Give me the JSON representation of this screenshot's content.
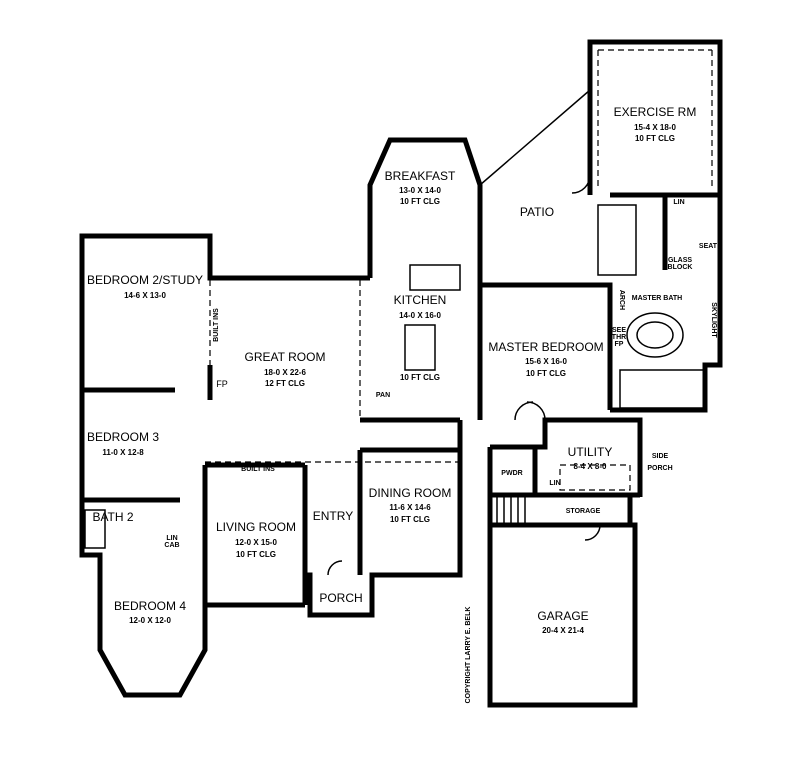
{
  "rooms": {
    "exercise": {
      "name": "EXERCISE RM",
      "size": "15-4 X 18-0",
      "ceiling": "10 FT CLG"
    },
    "breakfast": {
      "name": "BREAKFAST",
      "size": "13-0 X 14-0",
      "ceiling": "10 FT CLG"
    },
    "patio": {
      "name": "PATIO"
    },
    "bedroom2": {
      "name": "BEDROOM 2/STUDY",
      "size": "14-6 X 13-0"
    },
    "kitchen": {
      "name": "KITCHEN",
      "size": "14-0 X 16-0",
      "ceiling": "10 FT CLG"
    },
    "great": {
      "name": "GREAT ROOM",
      "size": "18-0 X 22-6",
      "ceiling": "12 FT CLG"
    },
    "master_bedroom": {
      "name": "MASTER BEDROOM",
      "size": "15-6 X 16-0",
      "ceiling": "10 FT CLG"
    },
    "master_bath": {
      "name": "MASTER BATH"
    },
    "bedroom3": {
      "name": "BEDROOM 3",
      "size": "11-0 X 12-8"
    },
    "utility": {
      "name": "UTILITY",
      "size": "8-4 X 8-0"
    },
    "side_porch": {
      "name": "SIDE",
      "name2": "PORCH"
    },
    "dining": {
      "name": "DINING ROOM",
      "size": "11-6 X 14-6",
      "ceiling": "10 FT CLG"
    },
    "bath2": {
      "name": "BATH 2"
    },
    "living": {
      "name": "LIVING ROOM",
      "size": "12-0 X 15-0",
      "ceiling": "10 FT CLG"
    },
    "entry": {
      "name": "ENTRY"
    },
    "storage": {
      "name": "STORAGE"
    },
    "bedroom4": {
      "name": "BEDROOM 4",
      "size": "12-0 X 12-0"
    },
    "porch": {
      "name": "PORCH"
    },
    "garage": {
      "name": "GARAGE",
      "size": "20-4 X 21-4"
    },
    "pwdr": {
      "name": "PWDR"
    }
  },
  "labels": {
    "lin1": "LIN",
    "lin2": "LIN",
    "lin_cab": "LIN",
    "lin_cab2": "CAB",
    "seat": "SEAT",
    "glass": "GLASS",
    "block": "BLOCK",
    "arch": "ARCH",
    "see": "SEE",
    "thr": "THR",
    "fp": "FP",
    "fp_great": "FP",
    "skylight": "SKYLIGHT",
    "built_ins_top": "BUILT INS",
    "built_ins_side": "BUILT INS",
    "pan": "PAN"
  },
  "copyright": "COPYRIGHT LARRY E. BELK"
}
